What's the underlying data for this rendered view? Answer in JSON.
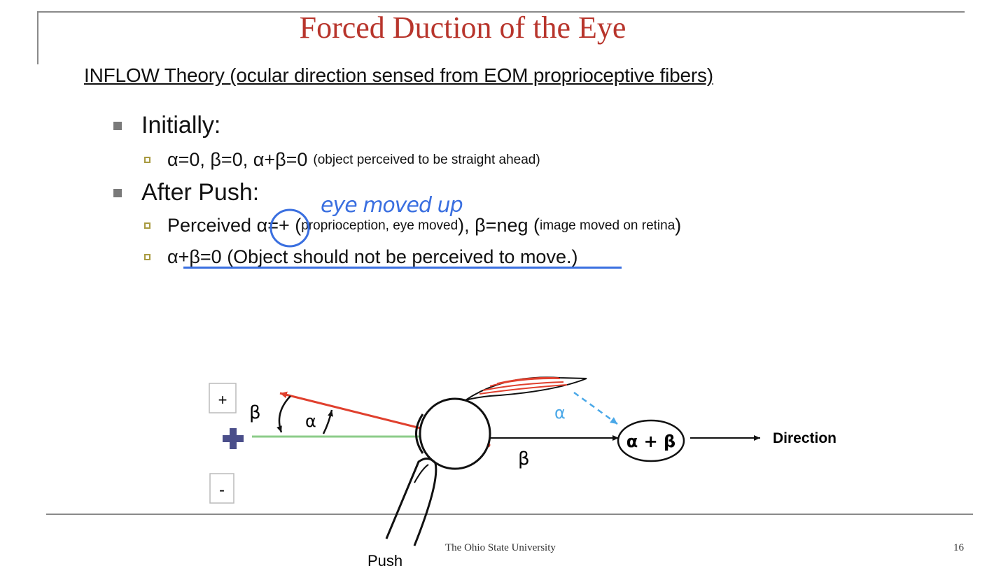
{
  "title": "Forced Duction of the Eye",
  "subtitle": "INFLOW Theory (ocular direction sensed from EOM proprioceptive fibers)",
  "bullets": {
    "initially": {
      "label": "Initially:",
      "sub1_main": "α=0, β=0, α+β=0",
      "sub1_note": "(object perceived to be straight ahead)"
    },
    "after_push": {
      "label": "After Push:",
      "sub1_a": "Perceived ",
      "sub1_b": "α=+",
      "sub1_c": " (",
      "sub1_d": "proprioception, eye moved",
      "sub1_e": "), β=neg (",
      "sub1_f": "image moved on retina",
      "sub1_g": ")",
      "sub2": "α+β=0 (Object should not be perceived to move.)"
    }
  },
  "annotation": {
    "handwritten": "eye moved up",
    "color": "#3a6fe0"
  },
  "diagram": {
    "plus_box": "+",
    "minus_box": "-",
    "beta_left": "β",
    "alpha_left": "α",
    "alpha_dashed": "α",
    "beta_below": "β",
    "sum": "α + β",
    "direction": "Direction",
    "push": "Push",
    "colors": {
      "red_line": "#e0402e",
      "green_line": "#8ccc8a",
      "blue_dashed": "#4aa8e8",
      "cross": "#4a4e8a"
    }
  },
  "footer": {
    "university": "The Ohio State University",
    "page": "16"
  }
}
